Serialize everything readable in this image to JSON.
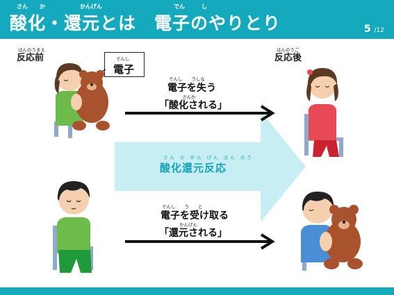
{
  "slide": {
    "title_part1": "酸化・還元とは",
    "title_part2": "電子のやりとり",
    "title_ruby": [
      "さん",
      "か",
      "かんげん",
      "でん",
      "し"
    ],
    "page_current": "5",
    "page_total": "/12"
  },
  "labels": {
    "before": "反応前",
    "before_ruby": "はんのうまえ",
    "after": "反応後",
    "after_ruby": "はんのうご"
  },
  "bubble": {
    "text": "電子",
    "ruby": "でんし"
  },
  "top_row": {
    "line1": "電子を失う",
    "line1_ruby": "でんし　　うしな",
    "line2": "「酸化される」",
    "line2_ruby": "さんか"
  },
  "center": {
    "reaction": "酸化還元反応",
    "reaction_ruby": "さん か かん げん はん のう"
  },
  "bottom_row": {
    "line1": "電子を受け取る",
    "line1_ruby": "でんし　　う　　と",
    "line2": "「還元される」",
    "line2_ruby": "かんげん"
  },
  "colors": {
    "header": "#15a9bd",
    "reaction_text": "#17a3bd",
    "big_arrow": "#c7eef3"
  }
}
